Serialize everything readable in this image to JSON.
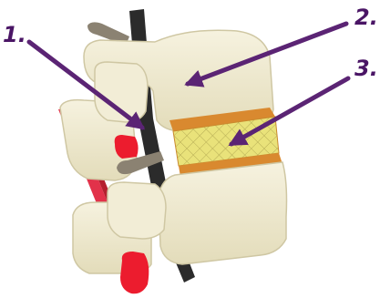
{
  "labels": {
    "one": "1.",
    "two": "2.",
    "three": "3."
  },
  "colors": {
    "label_text": "#4a1565",
    "arrow": "#5b2474",
    "bone": "#f0ebd0",
    "bone_shadow": "#cfc7a3",
    "disc_annulus": "#d9892f",
    "disc_nucleus": "#e9e27a",
    "nerve": "#2b2b2b",
    "nerve_root": "#8b8272",
    "ligament_red": "#e2324a",
    "muscle_red": "#ec1c2e"
  }
}
